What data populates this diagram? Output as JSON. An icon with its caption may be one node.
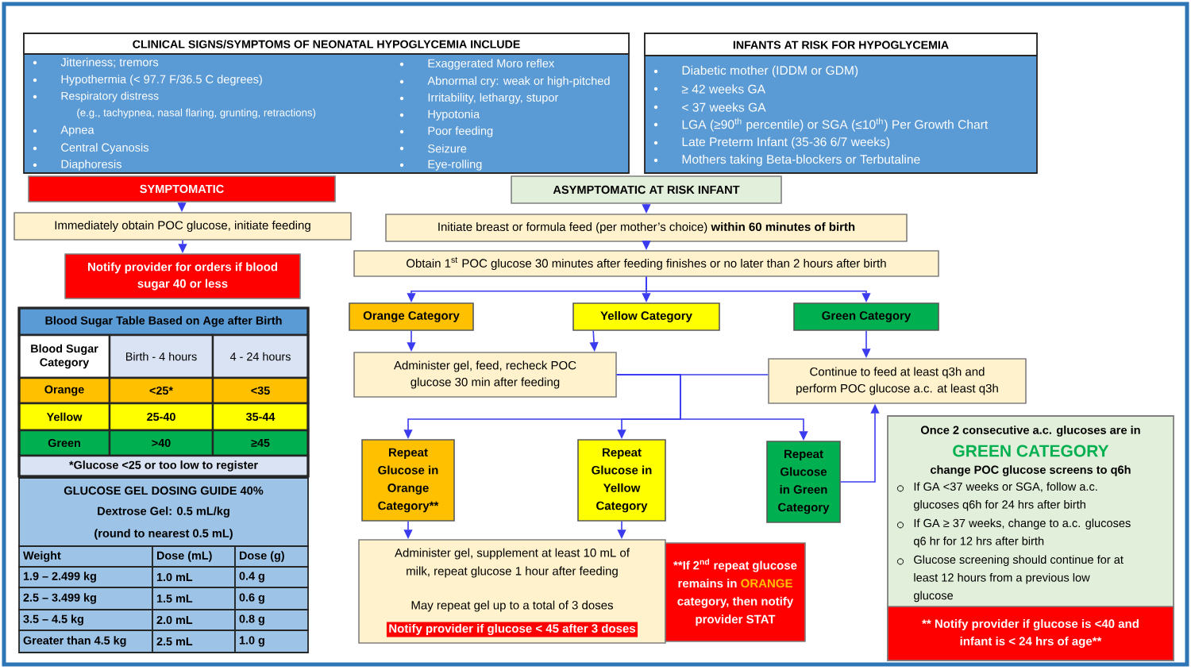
{
  "diagram": {
    "nodes": [
      {
        "text": [
          "CLINICAL SIGNS/SYMPTOMS OF NEONATAL HYPOGLYCEMIA INCLUDE",
          "Jitteriness; tremors",
          "Hypothermia (< 97.7 F/36.5 C degrees)",
          "Respiratory distress",
          "(e.g., tachypnea, nasal flaring, grunting, retractions)",
          "Apnea",
          "Central Cyanosis",
          "Diaphoresis",
          "Exaggerated Moro reflex",
          "Abnormal cry: weak or high-pitched",
          "Irritability, lethargy, stupor",
          "Hypotonia",
          "Poor feeding",
          "Seizure",
          "Eye-rolling"
        ]
      },
      {
        "text": [
          "INFANTS AT RISK FOR HYPOGLYCEMIA",
          "Diabetic mother (IDDM or GDM)",
          "≥ 42 weeks GA",
          "< 37 weeks GA",
          "LGA (≥90$^{th}$ percentile) or SGA (≤10$^{th}$) Per Growth Chart",
          "Late Preterm Infant (35-36 6/7 weeks)",
          "Mothers taking Beta-blockers or Terbutaline"
        ]
      },
      {
        "text": [
          "SYMPTOMATIC"
        ]
      },
      {
        "text": [
          "Immediately obtain POC glucose, initiate feeding"
        ]
      },
      {
        "text": [
          "Notify provider for orders if blood sugar 40 or less"
        ]
      },
      {
        "text": [
          "ASYMPTOMATIC AT RISK INFANT"
        ]
      },
      {
        "text": [
          "Initiate breast or formula feed (per mother’s choice) **within 60 minutes of birth**"
        ]
      },
      {
        "text": [
          "Obtain 1$^{st}$ POC glucose 30 minutes after feeding finishes or no later than 2 hours after birth"
        ]
      },
      {
        "text": [
          "Orange Category"
        ]
      },
      {
        "text": [
          "Yellow Category"
        ]
      },
      {
        "text": [
          "Green Category"
        ]
      },
      {
        "text": [
          "Administer gel, feed, recheck POC glucose 30 min after feeding"
        ]
      },
      {
        "text": [
          "Continue to feed at least q3h and perform POC glucose a.c. at least q3h"
        ]
      },
      {
        "text": [
          "Repeat Glucose in Orange Category**"
        ]
      },
      {
        "text": [
          "Repeat Glucose in Yellow Category"
        ]
      },
      {
        "text": [
          "Repeat Glucose in Green Category"
        ]
      },
      {
        "text": [
          "Administer gel, supplement at least 10 mL of milk, repeat glucose 1 hour after feeding",
          "May repeat gel up to a total of 3 doses",
          "Notify provider if glucose < 45 after 3 doses"
        ]
      },
      {
        "text": [
          "**If 2$^{nd}$ repeat glucose remains in",
          "ORANGE",
          "category, then notify provider STAT"
        ]
      },
      {
        "text": [
          "Once 2 consecutive a.c. glucoses are in",
          "GREEN CATEGORY",
          "change POC glucose screens to q6h",
          "If GA <37 weeks or SGA, follow a.c. glucoses q6h for 24 hrs after birth",
          "If GA ≥ 37 weeks, change to a.c. glucoses q6 hr for 12 hrs after birth",
          "Glucose screening should continue for at least 12 hours from a previous low glucose"
        ]
      },
      {
        "text": [
          "** Notify provider if glucose is <40 and infant is < 24 hrs of age**"
        ],
        "in": 18
      }
    ],
    "edges": [
      {
        "from": 2,
        "to": 3,
        "arrow": "to"
      },
      {
        "from": 3,
        "to": 4,
        "arrow": "to"
      },
      {
        "from": 5,
        "to": 6,
        "arrow": "to"
      },
      {
        "from": 6,
        "to": 7,
        "arrow": "to"
      },
      {
        "from": 7,
        "to": 8,
        "arrow": "to"
      },
      {
        "from": 7,
        "to": 9,
        "arrow": "to"
      },
      {
        "from": 7,
        "to": 10,
        "arrow": "to"
      },
      {
        "from": 8,
        "to": 11,
        "arrow": "to"
      },
      {
        "from": 9,
        "to": 11,
        "arrow": "to"
      },
      {
        "from": 10,
        "to": 12,
        "arrow": "to"
      },
      {
        "from": 11,
        "to": 12,
        "arrow": "none"
      },
      {
        "from": 11,
        "to": 13,
        "arrow": "to"
      },
      {
        "from": 11,
        "to": 14,
        "arrow": "to"
      },
      {
        "from": 11,
        "to": 15,
        "arrow": "to"
      },
      {
        "from": 13,
        "to": 16,
        "arrow": "to"
      },
      {
        "from": 14,
        "to": 16,
        "arrow": "to"
      },
      {
        "from": 15,
        "to": 12,
        "arrow": "to"
      }
    ],
    "labels": [
      "Blood Sugar Table Based on Age after Birth",
      "Blood Sugar Category",
      "Birth - 4 hours",
      "4 - 24 hours",
      "Orange",
      "<25*",
      "<35",
      "Yellow",
      "25-40",
      "35-44",
      "Green",
      ">40",
      "≥45",
      "*Glucose <25 or too low to register",
      "GLUCOSE GEL DOSING GUIDE 40%",
      "Dextrose Gel: 0.5 mL/kg",
      "(round to nearest 0.5 mL)",
      "Weight",
      "Dose (mL)",
      "Dose (g)",
      "1.9 – 2.499 kg",
      "1.0 mL",
      "0.4 g",
      "2.5 – 3.499 kg",
      "1.5 mL",
      "0.6 g",
      "3.5 – 4.5 kg",
      "2.0 mL",
      "0.8 g",
      "Greater than 4.5 kg",
      "2.5 mL",
      "1.0 g"
    ]
  }
}
